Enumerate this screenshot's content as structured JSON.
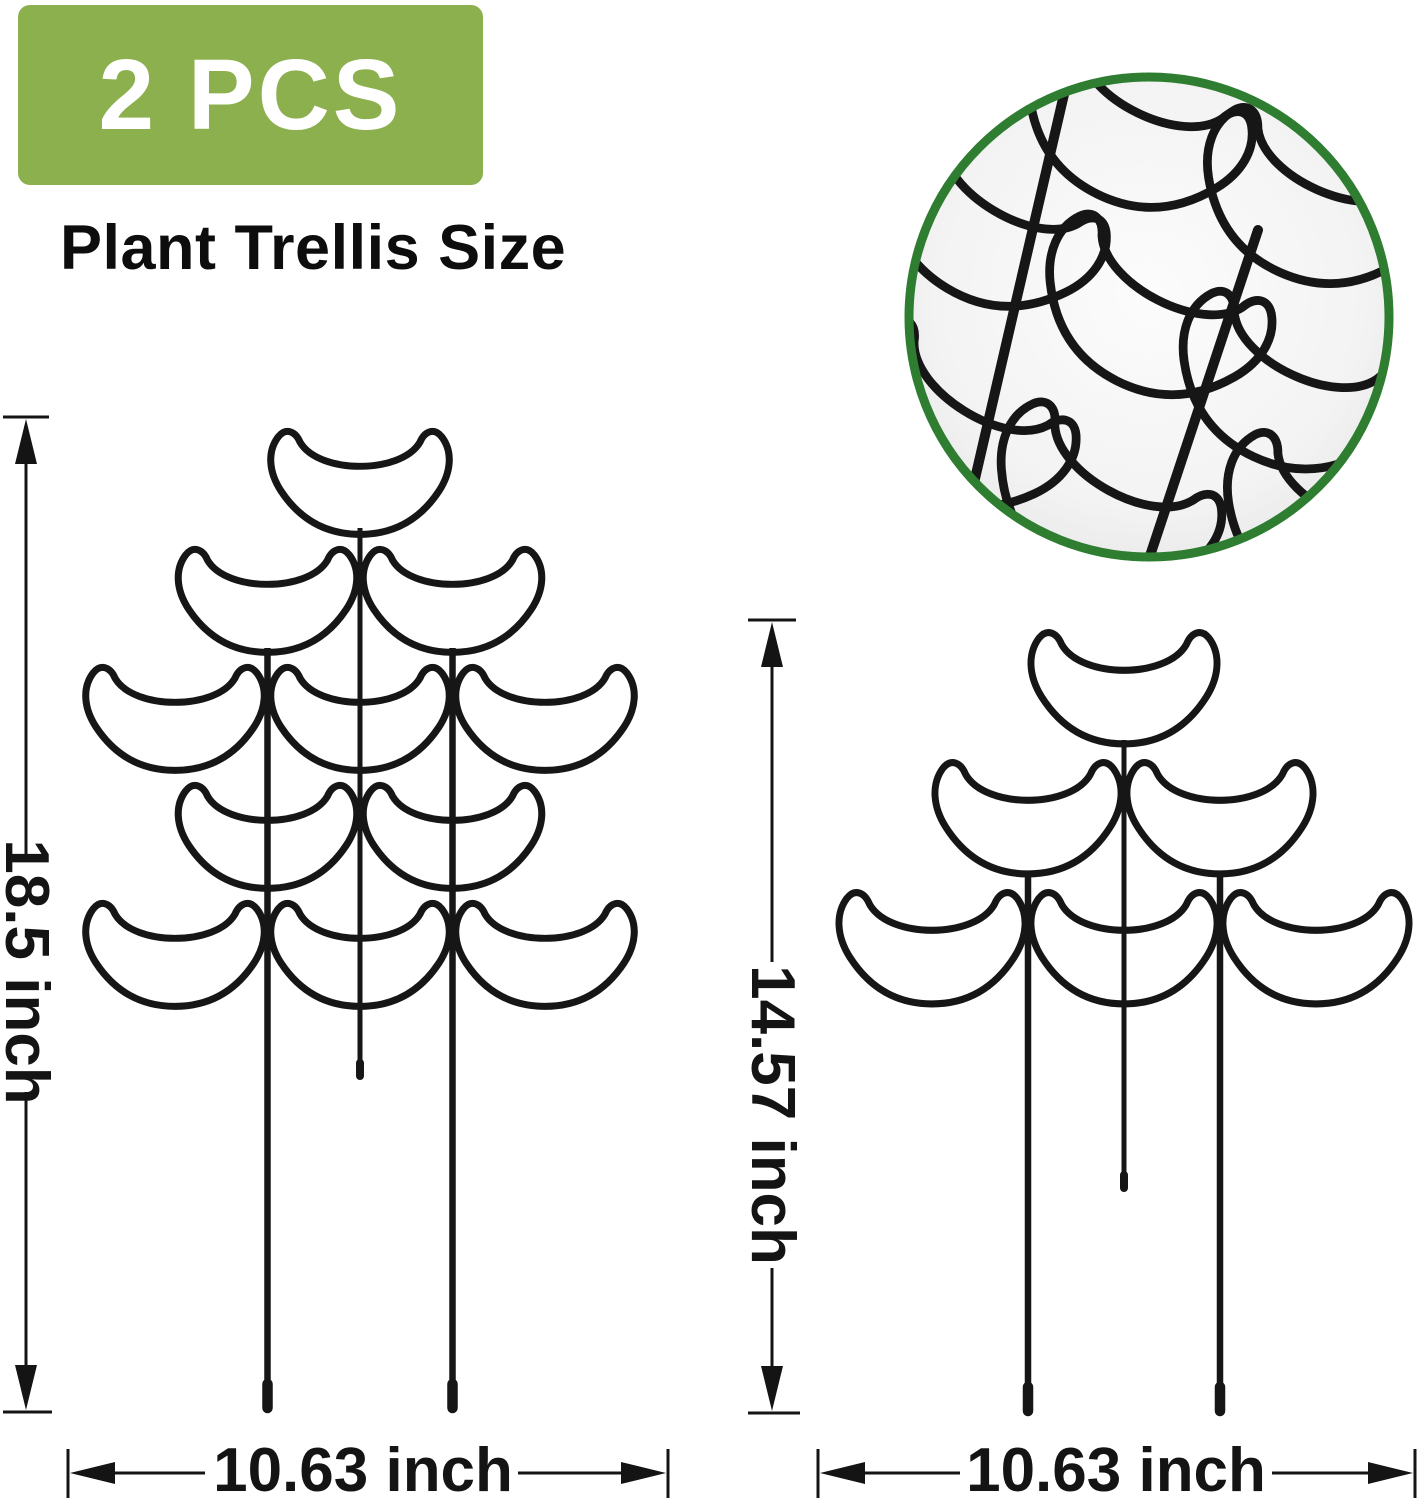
{
  "page": {
    "background": "#ffffff"
  },
  "badge": {
    "label": "2 PCS",
    "bg_color": "#8cb04d",
    "text_color": "#ffffff"
  },
  "title": "Plant Trellis Size",
  "wire_color": "#161616",
  "dimension_color": "#141414",
  "inset": {
    "ring_color": "#2e7d30",
    "caption": "close-up photo of stacked crescent trellis tiers"
  },
  "trellises": [
    {
      "name": "large trellis",
      "tiers": [
        1,
        2,
        3,
        2,
        3
      ],
      "height_label": "18.5 inch",
      "width_label": "10.63 inch"
    },
    {
      "name": "small trellis",
      "tiers": [
        1,
        2,
        3
      ],
      "height_label": "14.57 inch",
      "width_label": "10.63 inch"
    }
  ]
}
